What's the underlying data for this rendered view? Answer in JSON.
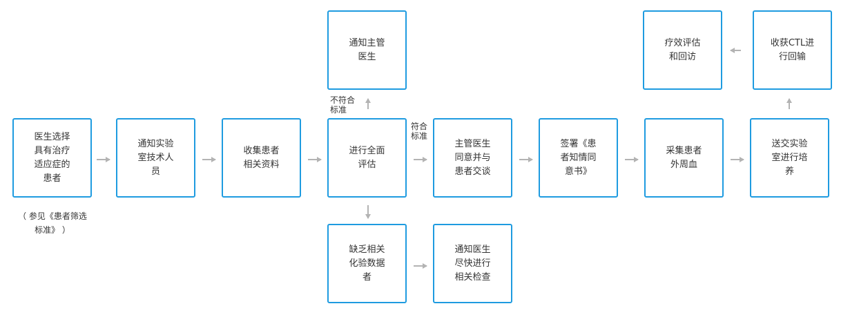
{
  "nodes": {
    "doctor_select": "医生选择\n具有治疗\n适应症的\n患者",
    "notify_lab": "通知实验\n室技术人\n员",
    "collect_data": "收集患者\n相关资料",
    "full_eval": "进行全面\n评估",
    "notify_attending_top": "通知主管\n医生",
    "lack_data": "缺乏相关\n化验数据\n者",
    "notify_doctor_tests": "通知医生\n尽快进行\n相关检查",
    "attending_talk": "主管医生\n同意并与\n患者交谈",
    "sign_consent": "签署《患\n者知情同\n意书》",
    "collect_blood": "采集患者\n外周血",
    "send_lab": "送交实验\n室进行培\n养",
    "harvest_ctl": "收获CTL进\n行回输",
    "efficacy_followup": "疗效评估\n和回访"
  },
  "labels": {
    "not_meet": "不符合\n标准",
    "meet": "符合\n标准",
    "see_criteria": "（ 参见《患者筛选\n标准》 ）"
  },
  "colors": {
    "box_border": "#1e9be0",
    "arrow": "#b3b3b3",
    "text": "#333333"
  }
}
